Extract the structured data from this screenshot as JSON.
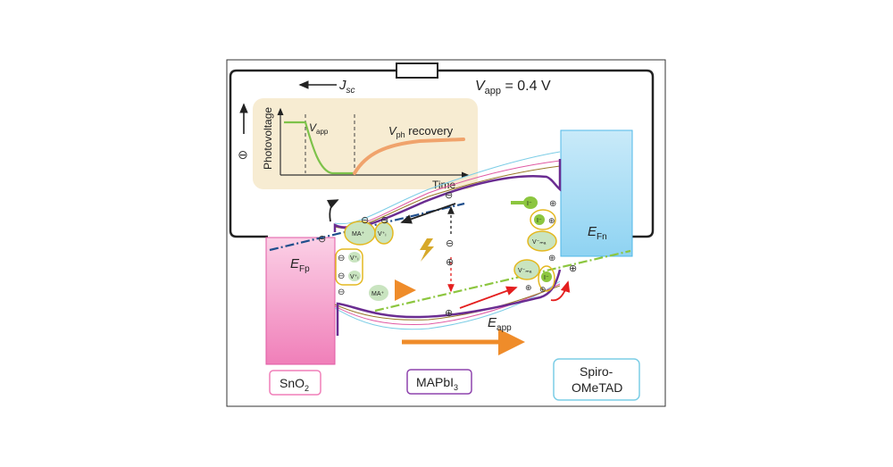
{
  "labels": {
    "jsc_main": "J",
    "jsc_sub": "sc",
    "vapp_main": "V",
    "vapp_sub": "app",
    "vapp_value": " = 0.4 V",
    "ylabel_inset": "Photovoltage",
    "xlabel_inset": "Time",
    "inset_vapp_main": "V",
    "inset_vapp_sub": "app",
    "inset_vph_main": "V",
    "inset_vph_sub": "ph",
    "inset_vph_rest": " recovery",
    "efp_main": "E",
    "efp_sub": "Fp",
    "efn_main": "E",
    "efn_sub": "Fn",
    "eapp_main": "E",
    "eapp_sub": "app",
    "sno2_main": "SnO",
    "sno2_sub": "2",
    "mapbi_main": "MAPbI",
    "mapbi_sub": "3",
    "spiro_line1": "Spiro-",
    "spiro_line2": "OMeTAD"
  },
  "ions": {
    "ma_plus": "MA⁺",
    "vi": "V⁺ᵢ",
    "v_ma": "V⁻ₘₐ",
    "i_minus": "I⁻"
  },
  "symbols": {
    "electron": "⊖",
    "hole": "⊕"
  },
  "colors": {
    "sno2_fill": "#f6a6cf",
    "spiro_fill": "#a8dcf4",
    "band_purple": "#6a2c91",
    "arrow_orange": "#ef8c2a",
    "arrow_red": "#e41f1f",
    "fermi_blue": "#1f4e8c",
    "fermi_green": "#8cc63f",
    "inset_bg": "#f7ecd2"
  }
}
